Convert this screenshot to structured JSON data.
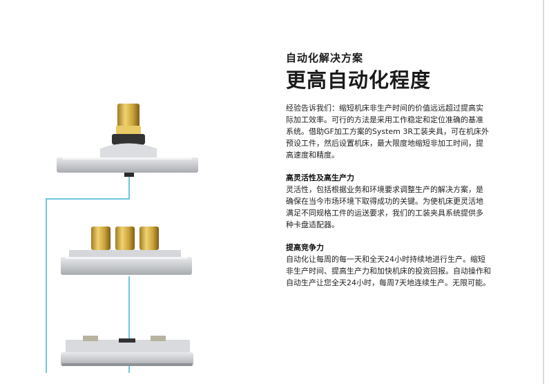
{
  "eyebrow": "自动化解决方案",
  "headline": "更高自动化程度",
  "intro": [
    "经验告诉我们：缩短机床非生产时间的价值远远超过提高实",
    "际加工效率。可行的方法是采用工作稳定和定位准确的基准",
    "系统。借助GF加工方案的System 3R工装夹具，可在机床外",
    "预设工件，然后设置机床，最大限度地缩短非加工时间，提",
    "高速度和精度。"
  ],
  "sections": [
    {
      "title": "高灵活性及高生产力",
      "lines": [
        "灵活性，包括根据业务和环境要求调整生产的解决方案，是",
        "确保在当今市场环境下取得成功的关键。为使机床更灵活地",
        "满足不同规格工件的运送要求，我们的工装夹具系统提供多",
        "种卡盘适配器。"
      ]
    },
    {
      "title": "提高竞争力",
      "lines": [
        "自动化让每周的每一天和全天24小时持续地进行生产。缩短",
        "非生产时间、提高生产力和加快机床的投资回报。自动操作和",
        "自动生产让您全天24小时，每周7天地连续生产。无限可能。"
      ]
    }
  ],
  "colors": {
    "connector": "#3fb2d9",
    "brass": "#c9a23a",
    "plate": "#c7c9cc"
  }
}
